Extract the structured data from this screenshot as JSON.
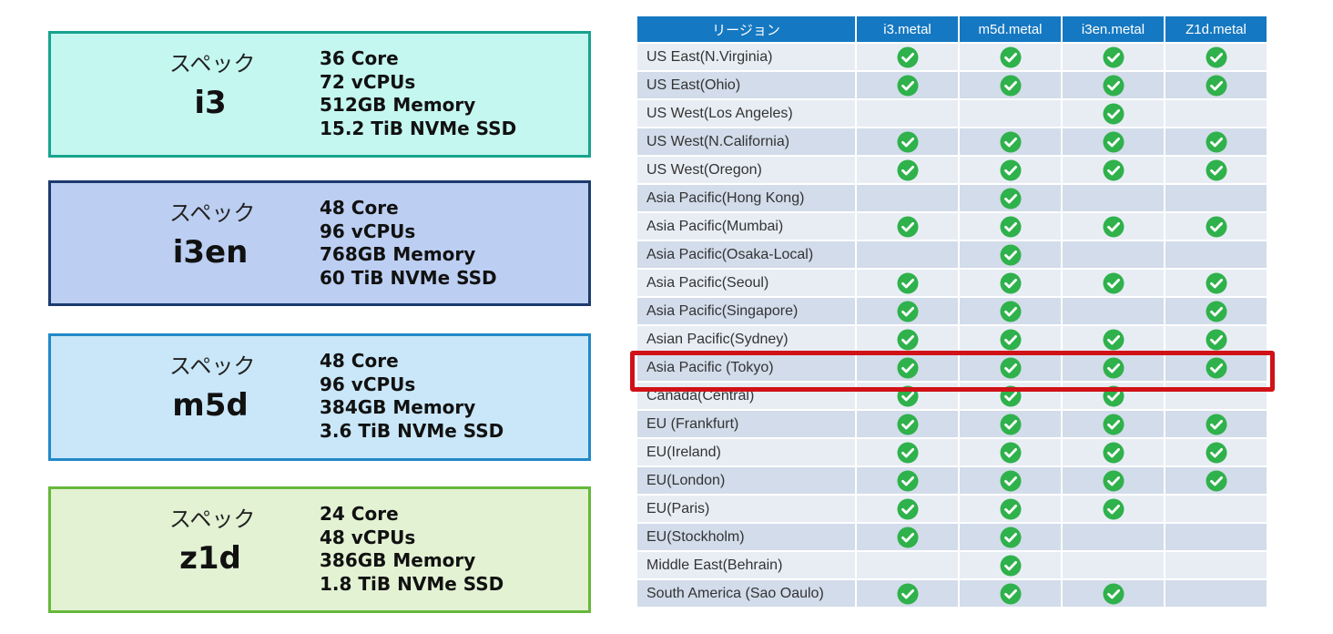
{
  "specs": [
    {
      "label": "スペック",
      "name": "i3",
      "lines": [
        "36 Core",
        "72 vCPUs",
        "512GB Memory",
        "15.2 TiB NVMe SSD"
      ],
      "bg": "#c4f7f0",
      "border": "#17a38e"
    },
    {
      "label": "スペック",
      "name": "i3en",
      "lines": [
        "48 Core",
        "96 vCPUs",
        "768GB Memory",
        "60 TiB NVMe SSD"
      ],
      "bg": "#bccff2",
      "border": "#1c3a6e"
    },
    {
      "label": "スペック",
      "name": "m5d",
      "lines": [
        "48 Core",
        "96 vCPUs",
        "384GB Memory",
        "3.6 TiB NVMe SSD"
      ],
      "bg": "#c9e7f8",
      "border": "#2289c8"
    },
    {
      "label": "スペック",
      "name": "z1d",
      "lines": [
        "24 Core",
        "48 vCPUs",
        "386GB Memory",
        "1.8 TiB NVMe SSD"
      ],
      "bg": "#e2f2d3",
      "border": "#66b83a"
    }
  ],
  "table": {
    "headers": [
      "リージョン",
      "i3.metal",
      "m5d.metal",
      "i3en.metal",
      "Z1d.metal"
    ],
    "rows": [
      {
        "region": "US East(N.Virginia)",
        "avail": [
          true,
          true,
          true,
          true
        ]
      },
      {
        "region": "US East(Ohio)",
        "avail": [
          true,
          true,
          true,
          true
        ]
      },
      {
        "region": "US West(Los Angeles)",
        "avail": [
          false,
          false,
          true,
          false
        ]
      },
      {
        "region": "US West(N.California)",
        "avail": [
          true,
          true,
          true,
          true
        ]
      },
      {
        "region": "US West(Oregon)",
        "avail": [
          true,
          true,
          true,
          true
        ]
      },
      {
        "region": "Asia Pacific(Hong Kong)",
        "avail": [
          false,
          true,
          false,
          false
        ]
      },
      {
        "region": "Asia Pacific(Mumbai)",
        "avail": [
          true,
          true,
          true,
          true
        ]
      },
      {
        "region": "Asia Pacific(Osaka-Local)",
        "avail": [
          false,
          true,
          false,
          false
        ]
      },
      {
        "region": "Asia Pacific(Seoul)",
        "avail": [
          true,
          true,
          true,
          true
        ]
      },
      {
        "region": "Asia Pacific(Singapore)",
        "avail": [
          true,
          true,
          false,
          true
        ]
      },
      {
        "region": "Asian Pacific(Sydney)",
        "avail": [
          true,
          true,
          true,
          true
        ]
      },
      {
        "region": "Asia Pacific (Tokyo)",
        "avail": [
          true,
          true,
          true,
          true
        ]
      },
      {
        "region": "Canada(Central)",
        "avail": [
          true,
          true,
          true,
          false
        ]
      },
      {
        "region": "EU (Frankfurt)",
        "avail": [
          true,
          true,
          true,
          true
        ]
      },
      {
        "region": "EU(Ireland)",
        "avail": [
          true,
          true,
          true,
          true
        ]
      },
      {
        "region": "EU(London)",
        "avail": [
          true,
          true,
          true,
          true
        ]
      },
      {
        "region": "EU(Paris)",
        "avail": [
          true,
          true,
          true,
          false
        ]
      },
      {
        "region": "EU(Stockholm)",
        "avail": [
          true,
          true,
          false,
          false
        ]
      },
      {
        "region": "Middle East(Behrain)",
        "avail": [
          false,
          true,
          false,
          false
        ]
      },
      {
        "region": "South America (Sao Oaulo)",
        "avail": [
          true,
          true,
          true,
          false
        ]
      }
    ],
    "highlight_row_index": 11
  },
  "colors": {
    "header_bg": "#1578c2",
    "check_green": "#2fb14b",
    "highlight": "#d01218"
  },
  "icons": {
    "available": "check-circle-icon"
  }
}
